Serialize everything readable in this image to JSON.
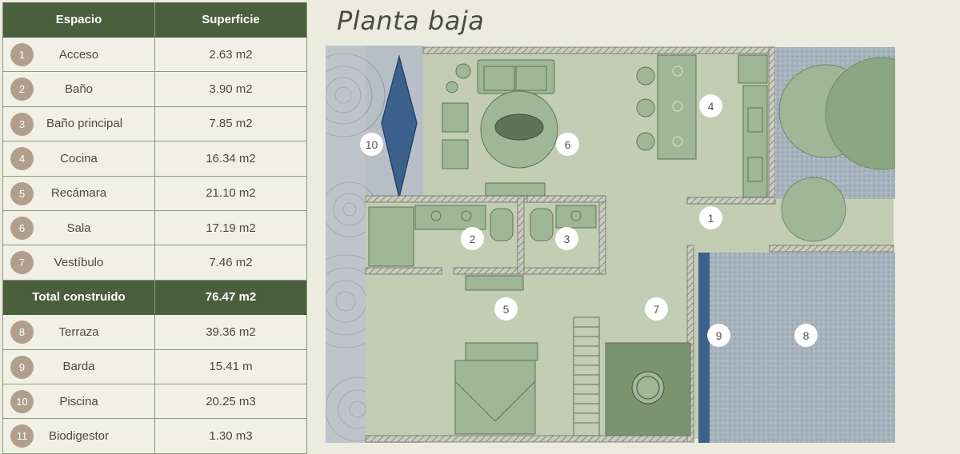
{
  "table": {
    "header": {
      "space": "Espacio",
      "area": "Superficie"
    },
    "built_rows": [
      {
        "num": "1",
        "name": "Acceso",
        "area": "2.63 m2"
      },
      {
        "num": "2",
        "name": "Baño",
        "area": "3.90 m2"
      },
      {
        "num": "3",
        "name": "Baño principal",
        "area": "7.85 m2"
      },
      {
        "num": "4",
        "name": "Cocina",
        "area": "16.34 m2"
      },
      {
        "num": "5",
        "name": "Recámara",
        "area": "21.10 m2"
      },
      {
        "num": "6",
        "name": "Sala",
        "area": "17.19 m2"
      },
      {
        "num": "7",
        "name": "Vestíbulo",
        "area": "7.46 m2"
      }
    ],
    "total": {
      "label": "Total construido",
      "value": "76.47 m2"
    },
    "extra_rows": [
      {
        "num": "8",
        "name": "Terraza",
        "area": "39.36 m2"
      },
      {
        "num": "9",
        "name": "Barda",
        "area": "15.41 m"
      },
      {
        "num": "10",
        "name": "Piscina",
        "area": "20.25 m3"
      },
      {
        "num": "11",
        "name": "Biodigestor",
        "area": "1.30 m3"
      }
    ]
  },
  "plan": {
    "title": "Planta baja",
    "labels": [
      "1",
      "2",
      "3",
      "4",
      "5",
      "6",
      "7",
      "8",
      "9",
      "10"
    ]
  },
  "colors": {
    "header_bg": "#4b5e3d",
    "badge": "#b29e8d",
    "room_fill": "#c3cdb3",
    "furniture": "#9fb697",
    "pool": "#3d5f8c",
    "terrace": "#a4b0b8"
  }
}
